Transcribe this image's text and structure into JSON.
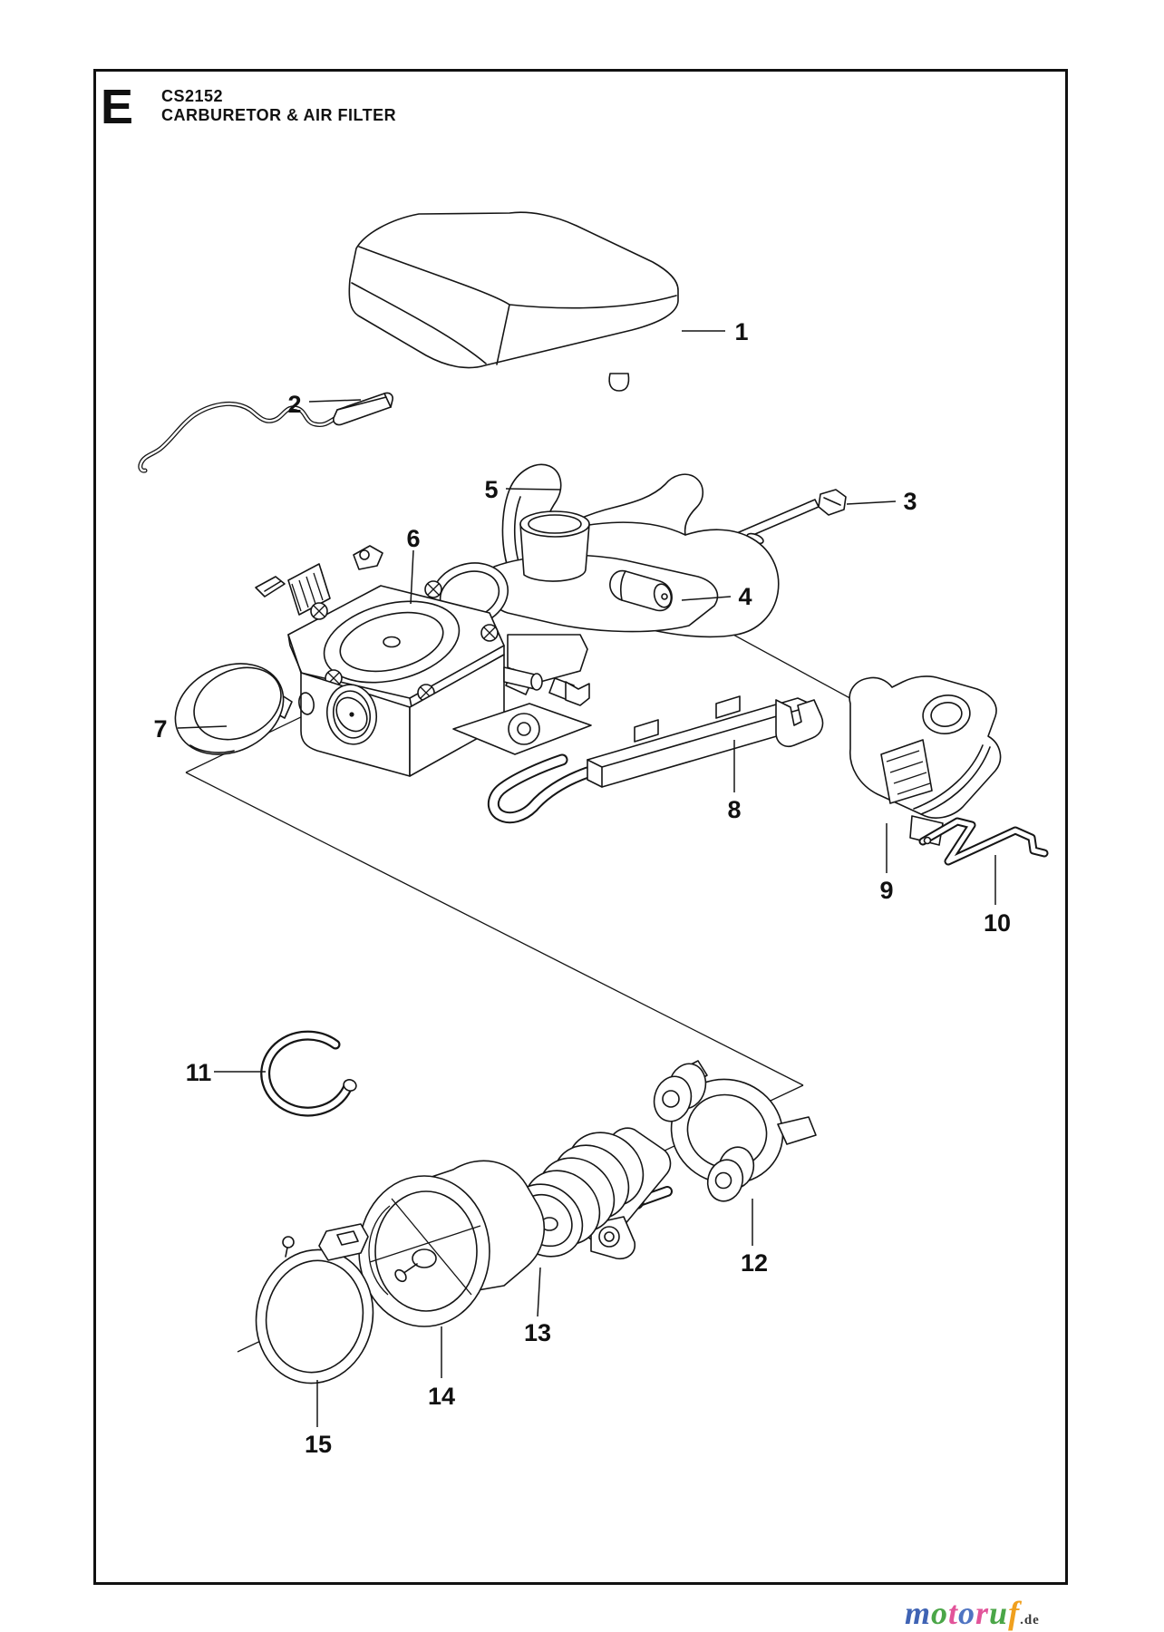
{
  "header": {
    "section_letter": "E",
    "model_code": "CS2152",
    "title": "CARBURETOR & AIR FILTER"
  },
  "diagram": {
    "part_numbers": [
      "1",
      "2",
      "3",
      "4",
      "5",
      "6",
      "7",
      "8",
      "9",
      "10",
      "11",
      "12",
      "13",
      "14",
      "15"
    ]
  },
  "watermark": {
    "letters": [
      {
        "ch": "m",
        "color": "#3f63b4"
      },
      {
        "ch": "o",
        "color": "#4ba648"
      },
      {
        "ch": "t",
        "color": "#e2549a"
      },
      {
        "ch": "o",
        "color": "#4f74c2"
      },
      {
        "ch": "r",
        "color": "#e2549a"
      },
      {
        "ch": "u",
        "color": "#4ba648"
      },
      {
        "ch": "f",
        "color": "#f0a01e"
      }
    ],
    "suffix": ".de",
    "suffix_color": "#3a3a3a"
  }
}
